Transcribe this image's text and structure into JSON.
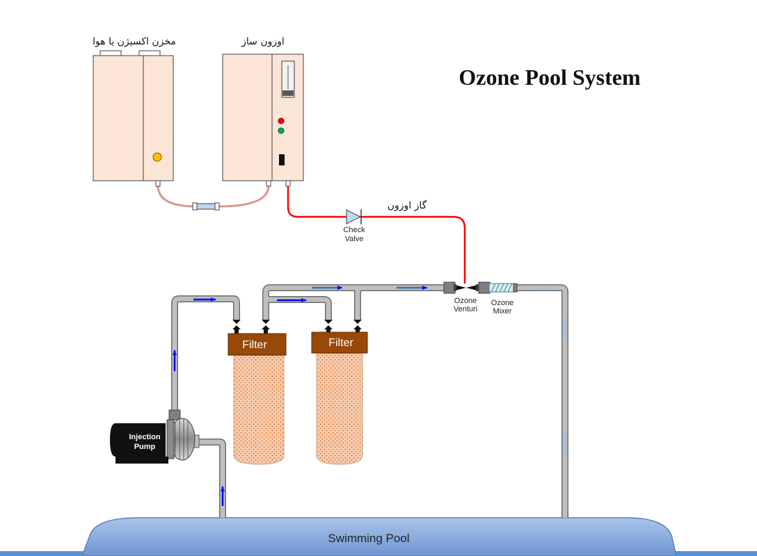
{
  "title": "Ozone Pool System",
  "components": {
    "oxygen_tank": {
      "label": "مخزن اکسیژن یا هوا"
    },
    "ozone_generator": {
      "label": "اوزون ساز"
    },
    "ozone_gas": {
      "label": "گاز اوزون"
    },
    "check_valve": {
      "line1": "Check",
      "line2": "Valve"
    },
    "venturi": {
      "line1": "Ozone",
      "line2": "Venturi"
    },
    "mixer": {
      "line1": "Ozone",
      "line2": "Mixer"
    },
    "filter_1": {
      "label": "Filter"
    },
    "filter_2": {
      "label": "Filter"
    },
    "pump": {
      "line1": "Injection",
      "line2": "Pump"
    },
    "pool": {
      "label": "Swimming Pool"
    }
  },
  "colors": {
    "cabinet": "#fbe5d6",
    "ozone_line": "#ff0000",
    "air_tube": "#d99694",
    "pipe": "#bfbfbf",
    "flow_arrow": "#0000ff",
    "return_arrow": "#9dc3e6",
    "filter_head": "#984807",
    "filter_body": "#f4b183",
    "pool": "#8faadc",
    "indicator_yellow": "#ffc000",
    "indicator_red": "#ff0000",
    "indicator_green": "#00b050"
  }
}
